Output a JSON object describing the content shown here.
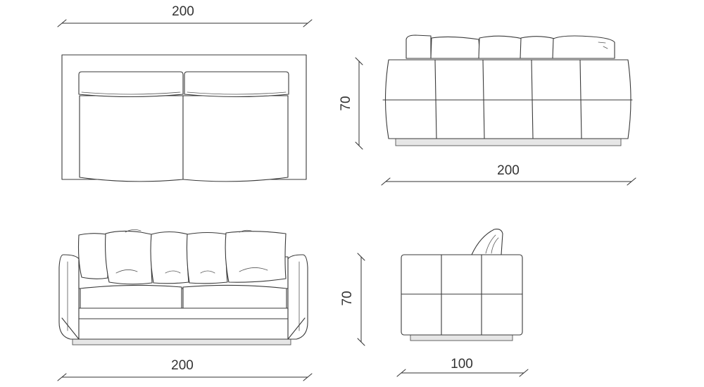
{
  "dimensions": {
    "top_view_width": "200",
    "back_view_width": "200",
    "back_view_height": "70",
    "front_view_width": "200",
    "side_view_height": "70",
    "side_view_depth": "100"
  },
  "colors": {
    "line": "#3a3a3a",
    "base": "#e6e6e6",
    "background": "#ffffff"
  }
}
